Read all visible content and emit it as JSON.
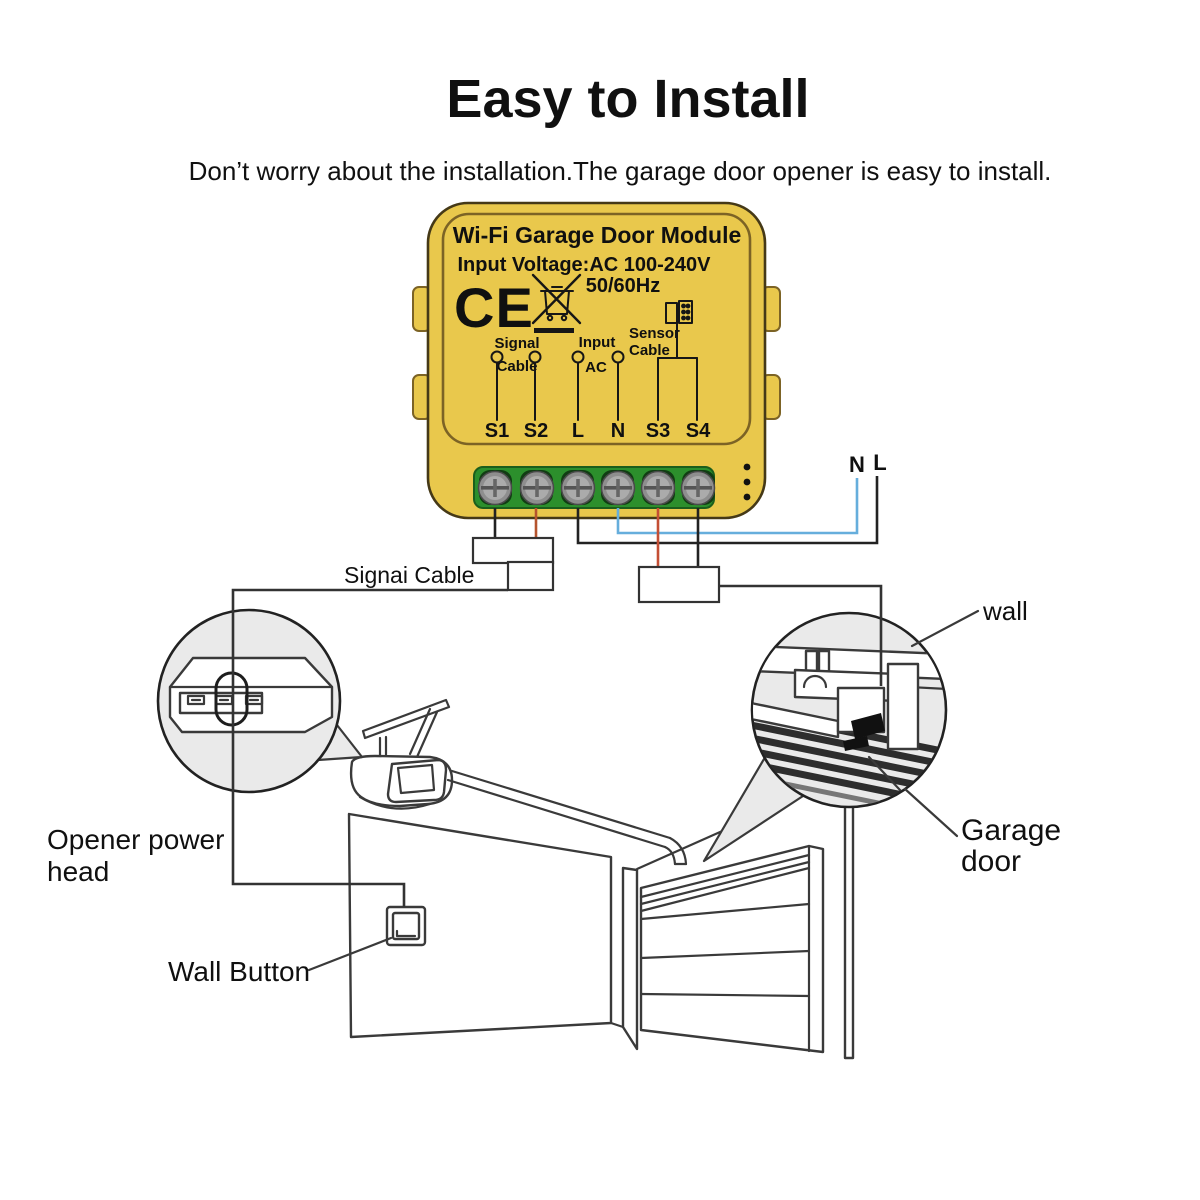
{
  "header": {
    "title": "Easy to Install",
    "subtitle": "Don’t worry about the installation.The garage door opener is easy to install."
  },
  "module": {
    "name": "Wi-Fi Garage Door Module",
    "voltage": "Input Voltage:AC 100-240V",
    "frequency": "50/60Hz",
    "ce": "CE",
    "signal_line1": "Signal",
    "signal_line2": "Cable",
    "input_line1": "Input",
    "input_line2": "AC",
    "sensor_line1": "Sensor",
    "sensor_line2": "Cable",
    "terminals": [
      "S1",
      "S2",
      "L",
      "N",
      "S3",
      "S4"
    ]
  },
  "wiring": {
    "neutral": "N",
    "live": "L",
    "signal_cable": "Signai Cable"
  },
  "labels": {
    "wall": "wall",
    "garage_line1": "Garage",
    "garage_line2": "door",
    "opener_line1": "Opener power",
    "opener_line2": "head",
    "wall_button": "Wall Button"
  },
  "colors": {
    "module_body": "#E9C84C",
    "module_outline": "#453917",
    "panel_outline": "#7C6325",
    "terminal_block": "#2C8F2C",
    "terminal_block_dark": "#113D13",
    "screw_gray": "#8E8E8E",
    "screw_light": "#ABABAB",
    "wire_black": "#222222",
    "wire_red": "#B5542E",
    "wire_red2": "#C44F35",
    "wire_blue": "#66AEDC",
    "line_art": "#3A3A3A",
    "callout_fill": "#EAEAEA",
    "door_stripe": "#2D2D2D"
  }
}
